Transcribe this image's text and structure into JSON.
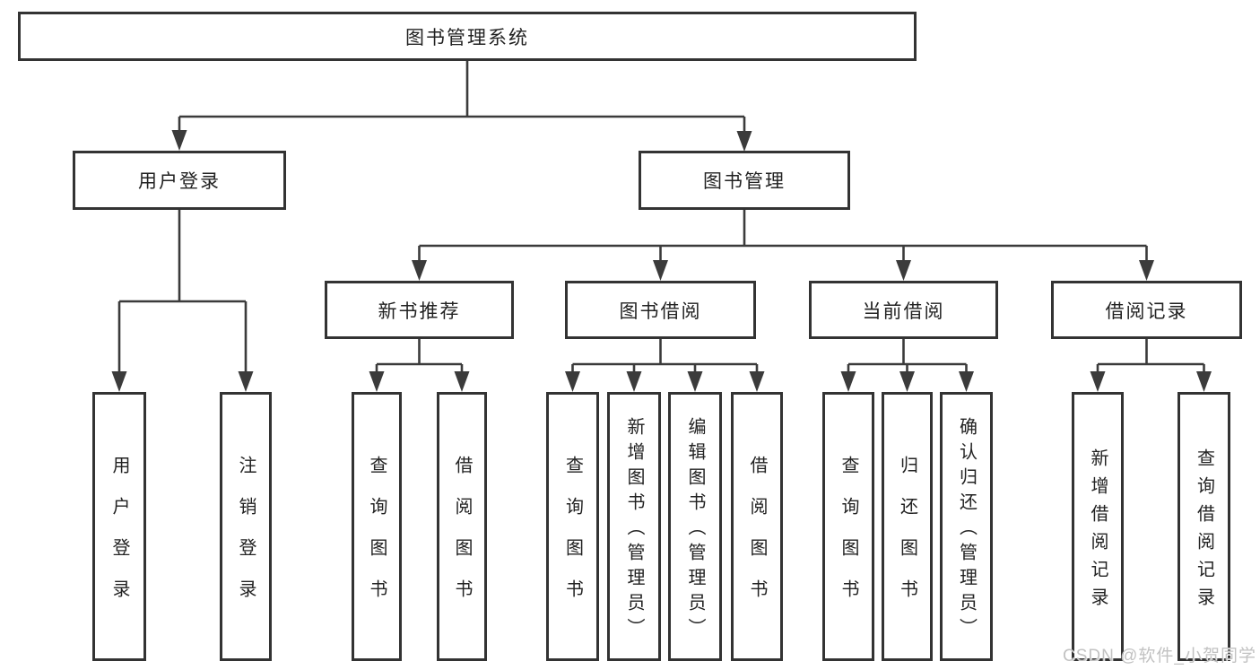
{
  "colors": {
    "line": "#3b3b3b",
    "box_border": "#333333",
    "box_fill": "#ffffff",
    "text": "#222222",
    "watermark_text": "#c2c2c2"
  },
  "tree": {
    "root": {
      "label": "图书管理系统"
    },
    "children": [
      {
        "label": "用户登录",
        "children": [
          {
            "label": "用户登录"
          },
          {
            "label": "注销登录"
          }
        ]
      },
      {
        "label": "图书管理",
        "children": [
          {
            "label": "新书推荐",
            "children": [
              {
                "label": "查询图书"
              },
              {
                "label": "借阅图书"
              }
            ]
          },
          {
            "label": "图书借阅",
            "children": [
              {
                "label": "查询图书"
              },
              {
                "label": "新增图书（管理员）"
              },
              {
                "label": "编辑图书（管理员）"
              },
              {
                "label": "借阅图书"
              }
            ]
          },
          {
            "label": "当前借阅",
            "children": [
              {
                "label": "查询图书"
              },
              {
                "label": "归还图书"
              },
              {
                "label": "确认归还（管理员）"
              }
            ]
          },
          {
            "label": "借阅记录",
            "children": [
              {
                "label": "新增借阅记录"
              },
              {
                "label": "查询借阅记录"
              }
            ]
          }
        ]
      }
    ]
  },
  "watermark": {
    "text": "CSDN @软件_小贺同学"
  }
}
